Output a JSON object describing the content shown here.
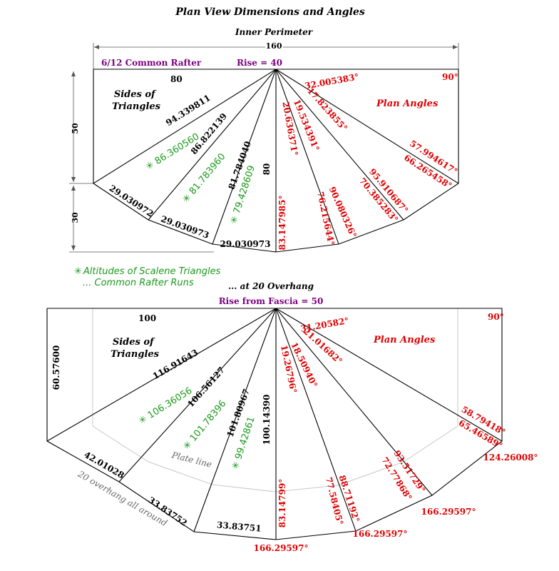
{
  "title": "Plan View Dimensions and Angles",
  "top": {
    "heading": "Inner Perimeter",
    "width_label": "160",
    "height_top_label": "50",
    "height_bottom_label": "30",
    "rafter_label": "6/12 Common Rafter",
    "rise_label": "Rise = 40",
    "edge_top": "80",
    "sides_label": [
      "Sides of",
      "Triangles"
    ],
    "plan_angles_label": "Plan Angles",
    "right_angle": "90°",
    "sides": [
      "94.339811",
      "86.822139",
      "81.784040",
      "80"
    ],
    "altitudes": [
      "86.360560",
      "81.783960",
      "79.428609"
    ],
    "perimeter_segments": [
      "29.030972",
      "29.030973",
      "29.030973"
    ],
    "angles": [
      "32.005383°",
      "17.823855°",
      "19.534391°",
      "20.636371°",
      "83.147985°",
      "76.215644°",
      "90.080326°",
      "70.385283°",
      "95.910687°",
      "66.265458°",
      "57.994617°"
    ]
  },
  "legend": {
    "star": "✳",
    "line1": "Altitudes of Scalene Triangles",
    "line2": "... Common Rafter Runs"
  },
  "bottom": {
    "heading": "... at 20 Overhang",
    "rise_label": "Rise from Fascia = 50",
    "edge_top": "100",
    "left_height": "60.57600",
    "sides_label": [
      "Sides of",
      "Triangles"
    ],
    "plan_angles_label": "Plan Angles",
    "right_angle": "90°",
    "sides": [
      "116.91643",
      "106.56127",
      "101.80967",
      "100.14390"
    ],
    "altitudes": [
      "106.36056",
      "101.78396",
      "99.42861"
    ],
    "perimeter_segments": [
      "42.01028",
      "33.83752",
      "33.83751"
    ],
    "plate_line": "Plate line",
    "overhang_label": "20 overhang  all around",
    "angles": [
      "31.20582°",
      "21.01682°",
      "18.50940°",
      "19.26796°",
      "83.14799°",
      "77.58405°",
      "88.71192°",
      "72.77868°",
      "93.51729°",
      "65.46589°",
      "58.79418°"
    ],
    "corner_angles": [
      "124.26008°",
      "166.29597°",
      "166.29597°",
      "166.29597°"
    ]
  }
}
